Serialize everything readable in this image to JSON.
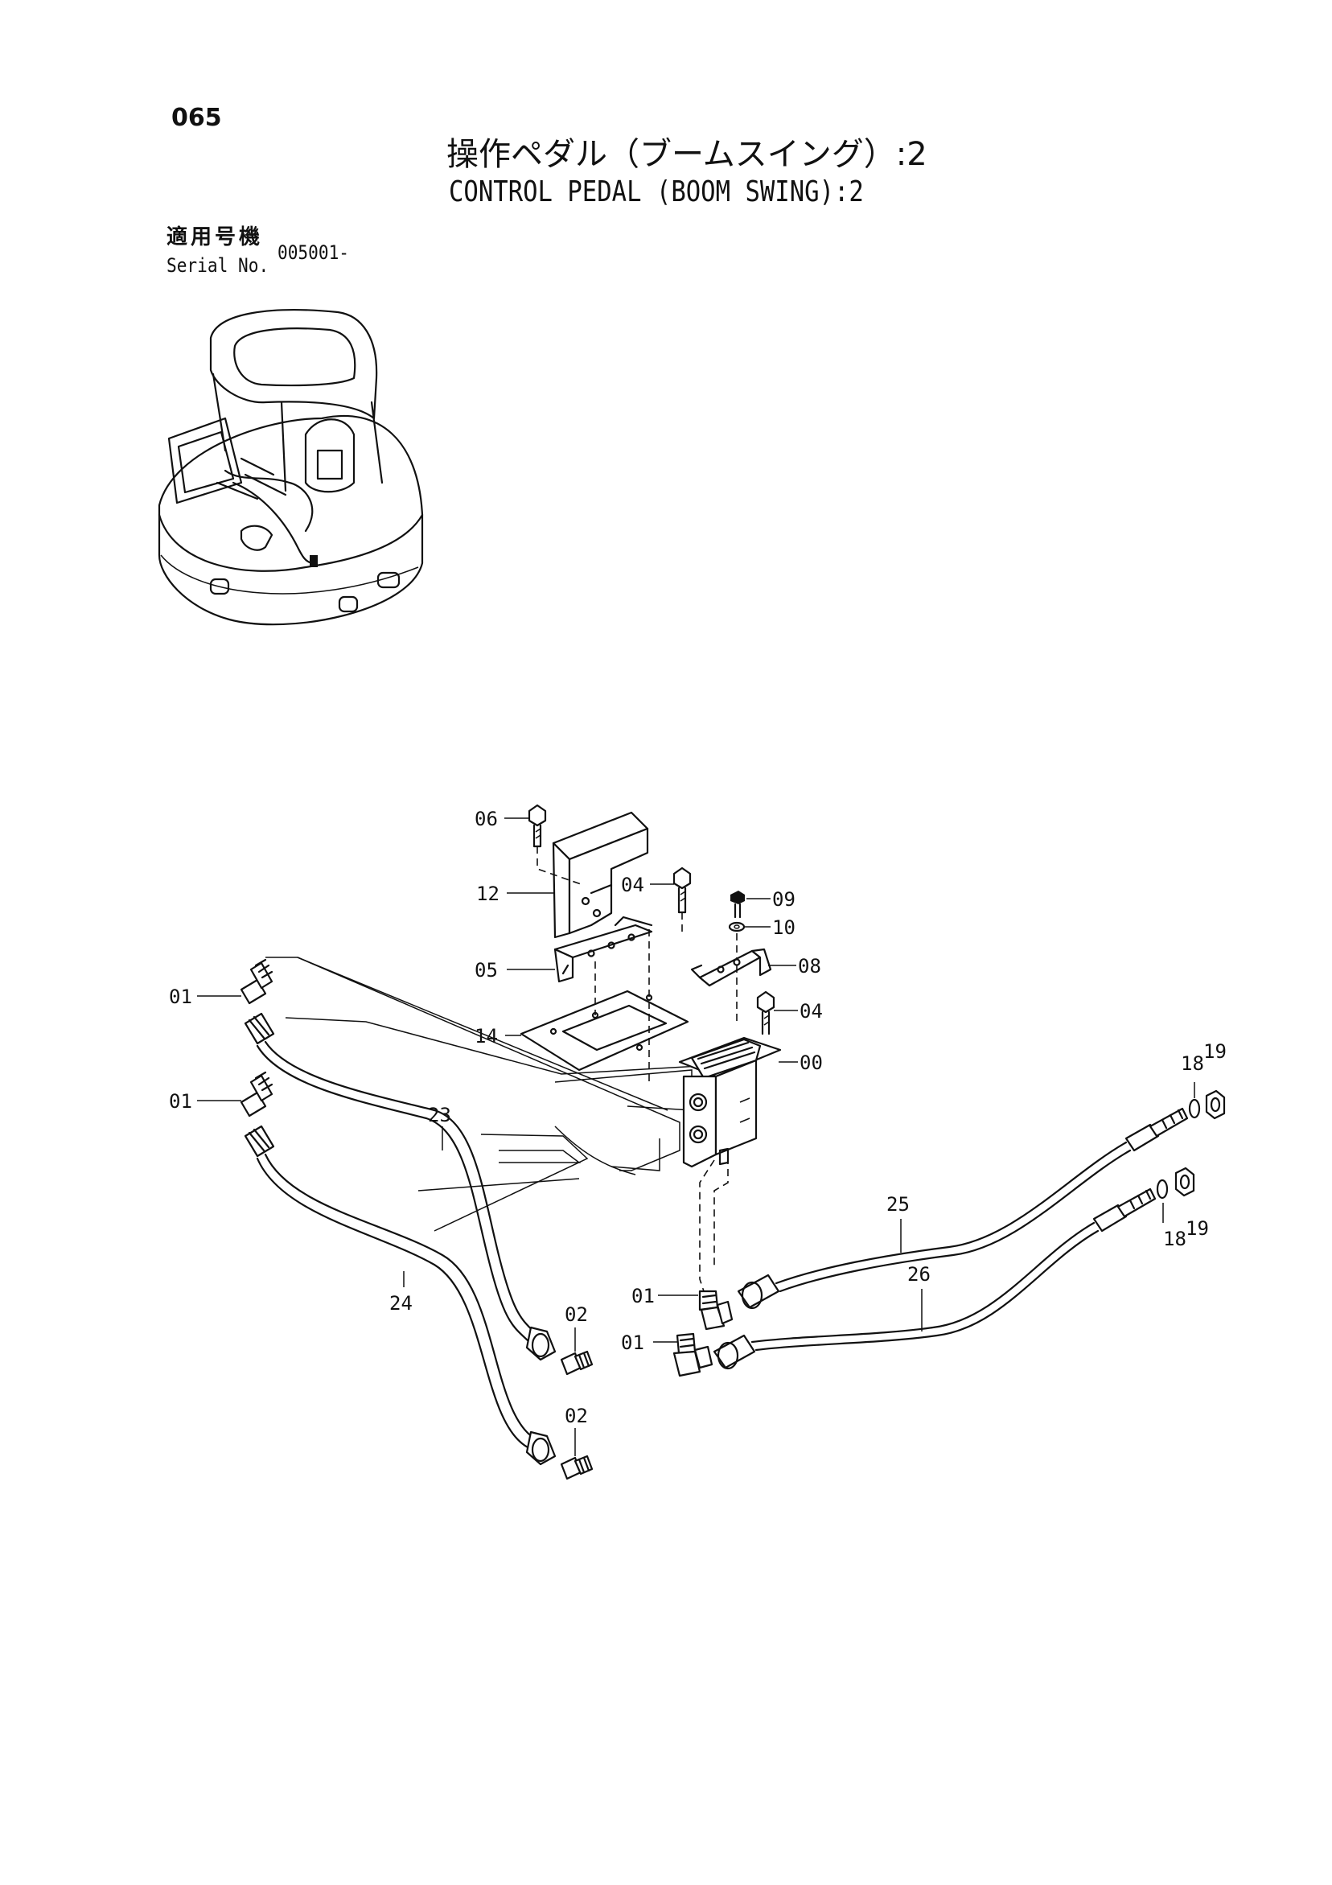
{
  "page_number": "065",
  "title_jp": "操作ペダル（ブームスイング）:2",
  "title_en": "CONTROL PEDAL (BOOM SWING):2",
  "serial_label_jp": "適用号機",
  "serial_label_en": "Serial No.",
  "serial_value": "005001-",
  "callouts": [
    {
      "id": "c06",
      "label": "06"
    },
    {
      "id": "c12",
      "label": "12"
    },
    {
      "id": "c04a",
      "label": "04"
    },
    {
      "id": "c09",
      "label": "09"
    },
    {
      "id": "c10",
      "label": "10"
    },
    {
      "id": "c05",
      "label": "05"
    },
    {
      "id": "c08",
      "label": "08"
    },
    {
      "id": "c01a",
      "label": "01"
    },
    {
      "id": "c04b",
      "label": "04"
    },
    {
      "id": "c14",
      "label": "14"
    },
    {
      "id": "c00",
      "label": "00"
    },
    {
      "id": "c18a",
      "label": "18"
    },
    {
      "id": "c19a",
      "label": "19"
    },
    {
      "id": "c01b",
      "label": "01"
    },
    {
      "id": "c23",
      "label": "23"
    },
    {
      "id": "c25",
      "label": "25"
    },
    {
      "id": "c18b",
      "label": "18"
    },
    {
      "id": "c19b",
      "label": "19"
    },
    {
      "id": "c26",
      "label": "26"
    },
    {
      "id": "c01c",
      "label": "01"
    },
    {
      "id": "c24",
      "label": "24"
    },
    {
      "id": "c02a",
      "label": "02"
    },
    {
      "id": "c01d",
      "label": "01"
    },
    {
      "id": "c02b",
      "label": "02"
    }
  ]
}
